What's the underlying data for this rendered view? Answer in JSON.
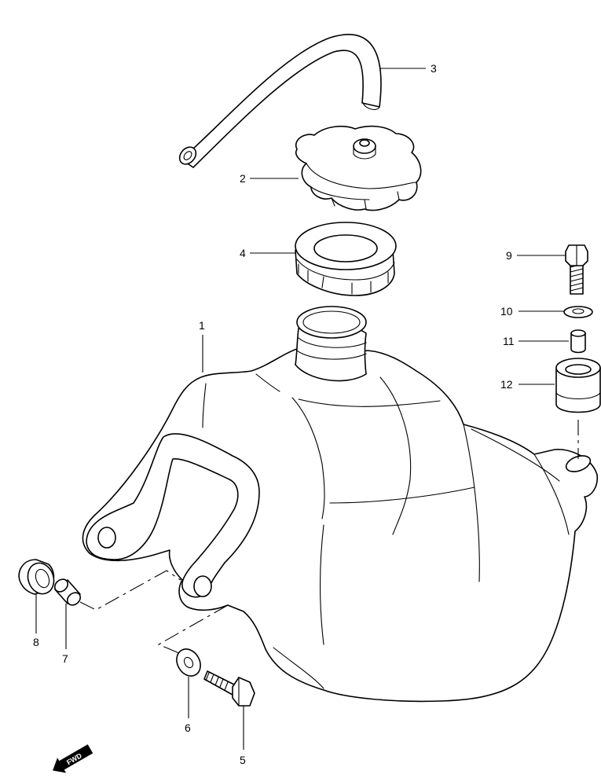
{
  "parts": [
    {
      "num": "1",
      "name": "fuel-tank"
    },
    {
      "num": "2",
      "name": "fuel-cap"
    },
    {
      "num": "3",
      "name": "breather-hose"
    },
    {
      "num": "4",
      "name": "gasket"
    },
    {
      "num": "5",
      "name": "bolt"
    },
    {
      "num": "6",
      "name": "washer"
    },
    {
      "num": "7",
      "name": "spacer"
    },
    {
      "num": "8",
      "name": "cushion"
    },
    {
      "num": "9",
      "name": "bolt"
    },
    {
      "num": "10",
      "name": "washer"
    },
    {
      "num": "11",
      "name": "spacer"
    },
    {
      "num": "12",
      "name": "cushion"
    }
  ],
  "direction_badge": "FWD"
}
